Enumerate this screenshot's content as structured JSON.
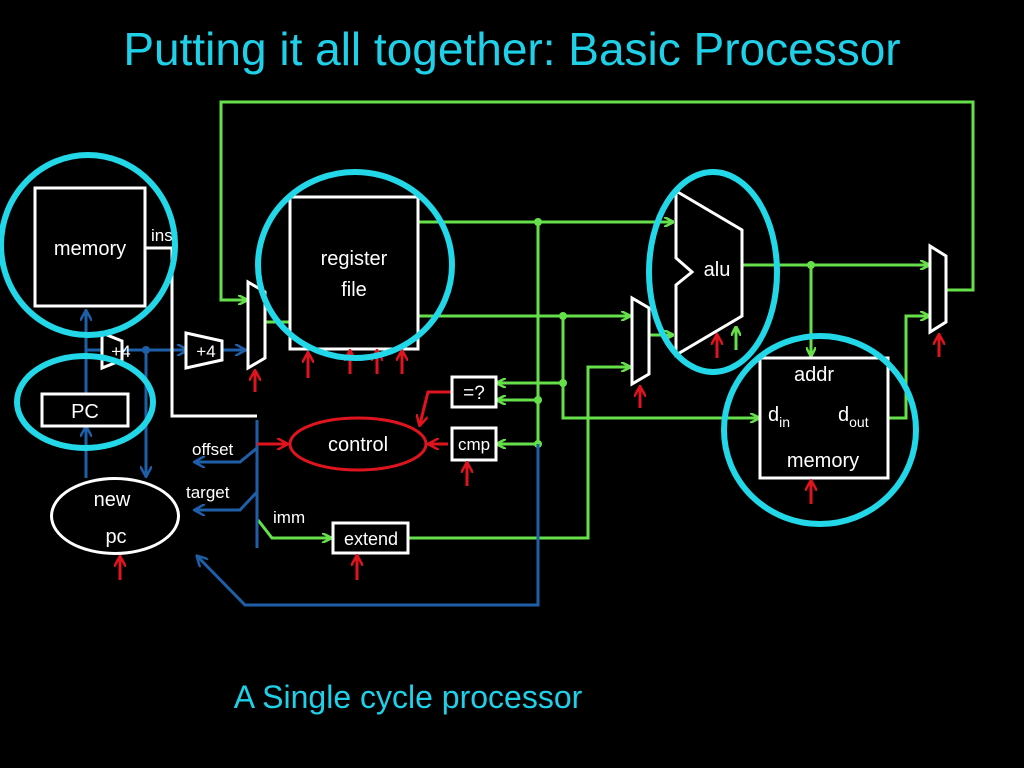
{
  "title": "Putting it all together: Basic Processor",
  "caption": "A Single cycle processor",
  "labels": {
    "inst_memory": "memory",
    "inst": "inst",
    "plus4_a": "+4",
    "plus4_b": "+4",
    "pc": "PC",
    "new": "new",
    "pc_lower": "pc",
    "register": "register",
    "file": "file",
    "alu": "alu",
    "eq": "=?",
    "cmp": "cmp",
    "control": "control",
    "offset": "offset",
    "target": "target",
    "imm": "imm",
    "extend": "extend",
    "addr": "addr",
    "d": "d",
    "in": "in",
    "out": "out",
    "data_memory": "memory"
  },
  "colors": {
    "title": "#1fd1e8",
    "highlight_circle": "#22d8e8",
    "data_path": "#66e04a",
    "control_path": "#1f5fa8",
    "control_signal": "#e0141e"
  }
}
